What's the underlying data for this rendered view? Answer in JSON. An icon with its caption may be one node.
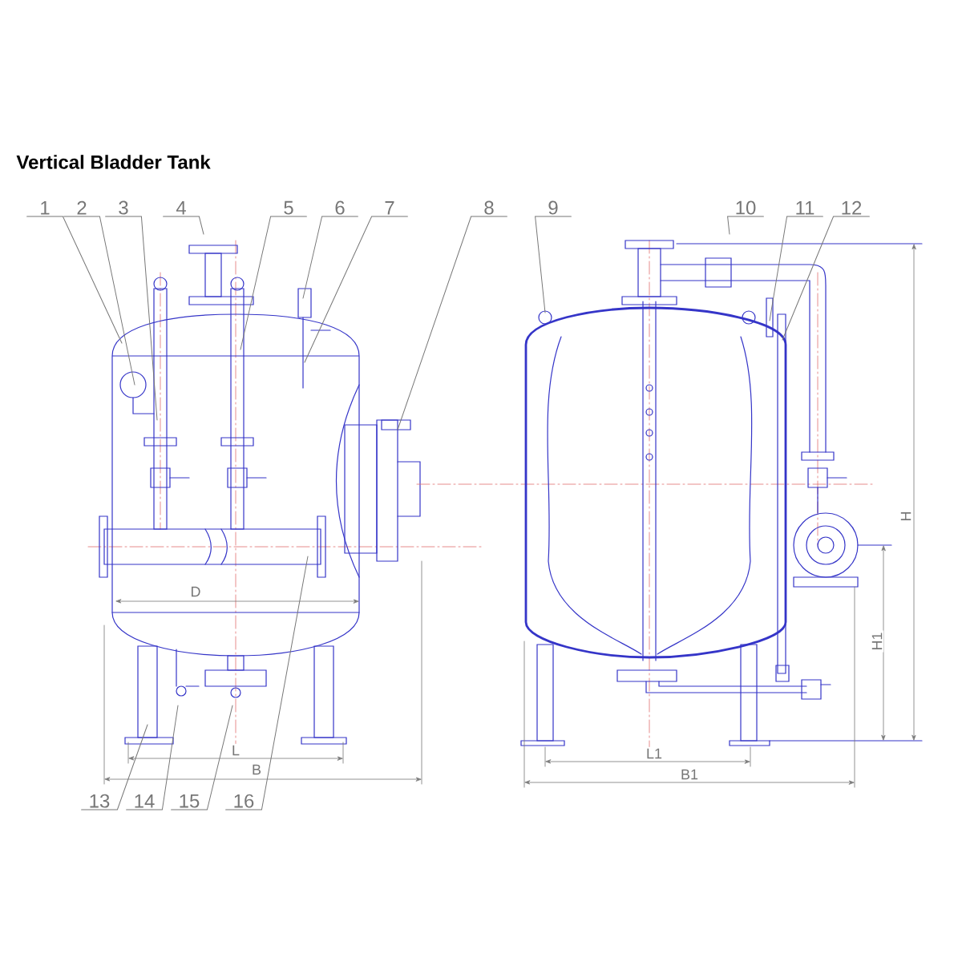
{
  "diagram": {
    "title": "Vertical Bladder Tank",
    "nodes": [
      {
        "text": [
          "1"
        ]
      },
      {
        "text": [
          "2"
        ]
      },
      {
        "text": [
          "3"
        ]
      },
      {
        "text": [
          "4"
        ]
      },
      {
        "text": [
          "5"
        ]
      },
      {
        "text": [
          "6"
        ]
      },
      {
        "text": [
          "7"
        ]
      },
      {
        "text": [
          "8"
        ]
      },
      {
        "text": [
          "9"
        ]
      },
      {
        "text": [
          "10"
        ]
      },
      {
        "text": [
          "11"
        ]
      },
      {
        "text": [
          "12"
        ]
      },
      {
        "text": [
          "13"
        ]
      },
      {
        "text": [
          "14"
        ]
      },
      {
        "text": [
          "15"
        ]
      },
      {
        "text": [
          "16"
        ]
      }
    ],
    "edges": [
      {
        "from": 0,
        "to": null,
        "arrow": "none"
      },
      {
        "from": 1,
        "to": null,
        "arrow": "none"
      },
      {
        "from": 2,
        "to": null,
        "arrow": "none"
      },
      {
        "from": 3,
        "to": null,
        "arrow": "none"
      },
      {
        "from": 4,
        "to": null,
        "arrow": "none"
      },
      {
        "from": 5,
        "to": null,
        "arrow": "none"
      },
      {
        "from": 6,
        "to": null,
        "arrow": "none"
      },
      {
        "from": 7,
        "to": null,
        "arrow": "none"
      },
      {
        "from": 8,
        "to": null,
        "arrow": "none"
      },
      {
        "from": 9,
        "to": null,
        "arrow": "none"
      },
      {
        "from": 10,
        "to": null,
        "arrow": "none"
      },
      {
        "from": 11,
        "to": null,
        "arrow": "none"
      },
      {
        "from": 12,
        "to": null,
        "arrow": "none"
      },
      {
        "from": 13,
        "to": null,
        "arrow": "none"
      },
      {
        "from": 14,
        "to": null,
        "arrow": "none"
      },
      {
        "from": 15,
        "to": null,
        "arrow": "none"
      }
    ],
    "labels": [
      "D",
      "L",
      "B",
      "L1",
      "B1",
      "H",
      "H1"
    ]
  }
}
